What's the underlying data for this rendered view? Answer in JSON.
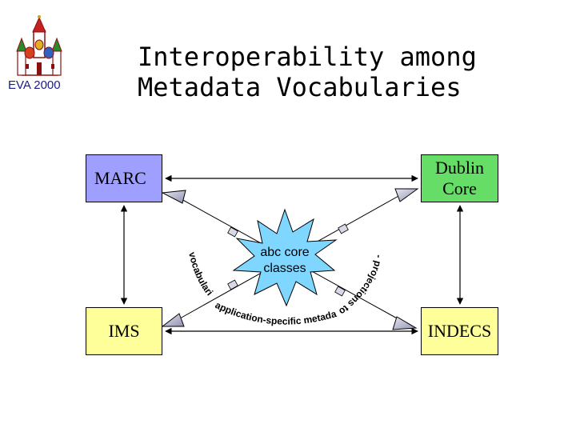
{
  "header": {
    "logo_caption": "EVA 2000",
    "title_line1": "Interoperability among",
    "title_line2": "Metadata Vocabularies"
  },
  "nodes": {
    "marc": "MARC",
    "dublin_core_line1": "Dublin",
    "dublin_core_line2": "Core",
    "ims": "IMS",
    "indecs": "INDECS"
  },
  "center": {
    "line1": "abc core",
    "line2": "classes"
  },
  "annotations": {
    "left": "vocabularies",
    "right": "- projections to",
    "bottom": "application-specific metadata"
  },
  "colors": {
    "marc": "#9f9fff",
    "dublin_core": "#66dd66",
    "ims": "#ffff99",
    "indecs": "#ffff99",
    "star": "#7fd7ff",
    "arrow_head": "#aaaacc"
  }
}
